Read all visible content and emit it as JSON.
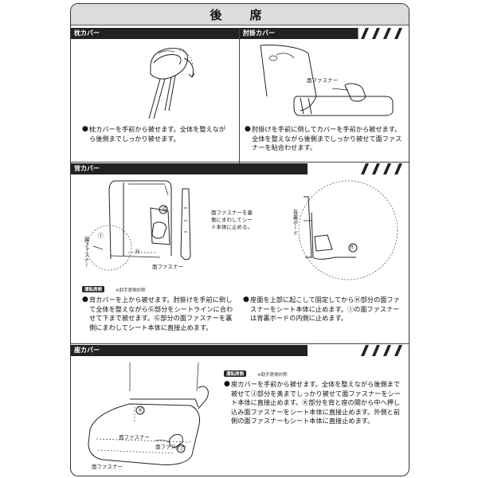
{
  "title": "後　席",
  "sections": {
    "pillow": {
      "label": "枕カバー",
      "text": "枕カバーを手前から被せます。全体を整えながら後側までしっかり被せます。"
    },
    "armrest": {
      "label": "肘掛カバー",
      "velcro_label": "面ファスナー",
      "text": "肘掛けを手前に倒してカバーを手前から被せます。全体を整えながら後側までしっかり被せて面ファスナーを貼合わせます。"
    },
    "back": {
      "label": "背カバー",
      "callout_text": "面ファスナーを裏側にまわしてシート本体に止める。",
      "velcro_left": "面ファスナー",
      "velcro_bottom": "面ファスナー",
      "board_label": "背裏ボード",
      "marker_g": "Ⓖ",
      "marker_i": "Ⓘ",
      "marker_h": "Ⓗ",
      "tag": "運転席側",
      "tag_note": "※助手席側対称",
      "text_left": "背カバーを上から被せます。肘掛けを手前に倒して全体を整えながらⒼ部分をシートラインに合わせて下まで被せます。Ⓖ部分の面ファスナーを裏側にまわしてシート本体に直接止めます。",
      "text_right": "座面を上部に起こして固定してからⒽ部分の面ファスナーをシート本体に止めます。Ⓘの面ファスナーは背裏ボードの内側に止めます。"
    },
    "seat": {
      "label": "座カバー",
      "tag": "運転席側",
      "tag_note": "※助手席側対称",
      "velcro_a": "面ファスナー",
      "velcro_b": "面ファスナー",
      "velcro_c": "面ファスナー",
      "marker_k": "Ⓚ",
      "marker_j": "Ⓙ",
      "text": "座カバーを手前から被せます。全体を整えながら後側まで被せてⒿ部分を奥までしっかり被せて面ファスナーをシート本体に直接止めます。Ⓚ部分を背と座の間から中へ押し込み面ファスナーをシート本体に直接止めます。外側と前側の面ファスナーもシート本体に直接止めます。"
    }
  }
}
